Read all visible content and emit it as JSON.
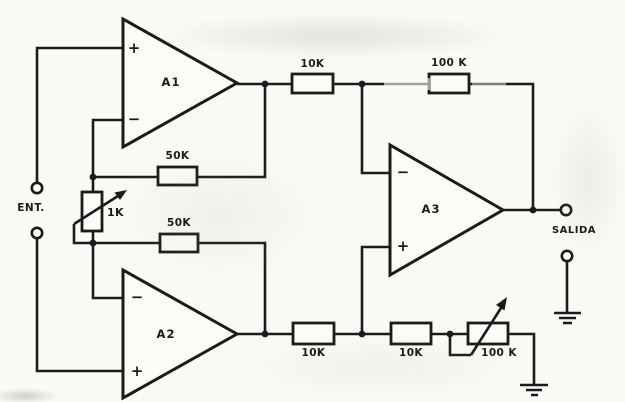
{
  "colors": {
    "ink": "#1b1b1b",
    "paper": "#fbfaf7"
  },
  "terminals": {
    "input_label": "ENT.",
    "output_label": "SALIDA"
  },
  "opamps": {
    "a1": {
      "label": "A1"
    },
    "a2": {
      "label": "A2"
    },
    "a3": {
      "label": "A3"
    },
    "plus": "+",
    "minus": "−"
  },
  "resistors": {
    "r10k_top": "10K",
    "r100k_top": "100 K",
    "r50k_upper": "50K",
    "r50k_lower": "50K",
    "pot1k": "1K",
    "r10k_bot1": "10K",
    "r10k_bot2": "10K",
    "pot100k": "100 K"
  }
}
